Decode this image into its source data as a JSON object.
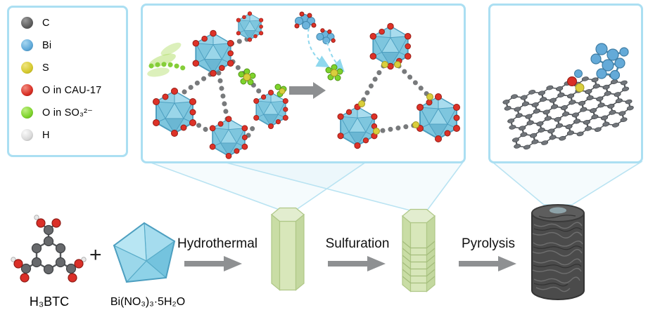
{
  "colors": {
    "panel_border": "#abdff2",
    "callout_blue": "#b9e3f2",
    "arrow_gray": "#8e9092",
    "carbon": "#6a6c6e",
    "bismuth": "#64aad8",
    "sulfur": "#d9ce3c",
    "oxygen_cau17": "#da2f28",
    "oxygen_sulfite": "#7ed32c",
    "hydrogen": "#dcdcdc",
    "crystal_green": "#d8e7ba",
    "pyrolysis_product": "#4b4b4b"
  },
  "legend": {
    "items": [
      {
        "label": "C",
        "color": "#6a6c6e",
        "icon": "carbon-atom"
      },
      {
        "label": "Bi",
        "color": "#64aad8",
        "icon": "bismuth-atom"
      },
      {
        "label": "S",
        "color": "#d9ce3c",
        "icon": "sulfur-atom"
      },
      {
        "label": "O in CAU-17",
        "color": "#da2f28",
        "icon": "oxygen-cau17-atom"
      },
      {
        "label": "O in SO₃²⁻",
        "color": "#7ed32c",
        "icon": "oxygen-sulfite-atom"
      },
      {
        "label": "H",
        "color": "#dcdcdc",
        "icon": "hydrogen-atom"
      }
    ]
  },
  "reaction": {
    "reactant_organic": "H₃BTC",
    "plus": "+",
    "reactant_bismuth": "Bi(NO₃)₃·5H₂O",
    "steps": [
      {
        "label": "Hydrothermal"
      },
      {
        "label": "Sulfuration"
      },
      {
        "label": "Pyrolysis"
      }
    ]
  }
}
